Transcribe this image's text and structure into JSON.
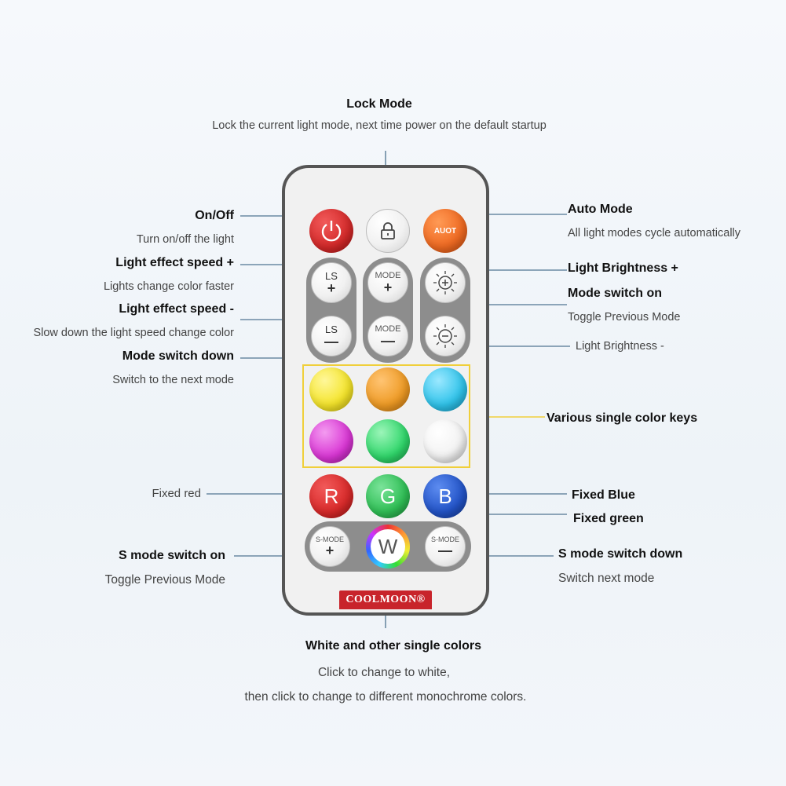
{
  "labels": {
    "lock_mode_title": "Lock Mode",
    "lock_mode_desc": "Lock the current light mode, next time power on the default startup",
    "onoff_title": "On/Off",
    "onoff_desc": "Turn on/off the light",
    "speed_plus_title": "Light effect speed +",
    "speed_plus_desc": "Lights change color faster",
    "speed_minus_title": "Light effect speed -",
    "speed_minus_desc": "Slow down the light speed change color",
    "mode_down_title": "Mode switch down",
    "mode_down_desc": "Switch to the next mode",
    "auto_title": "Auto Mode",
    "auto_desc": "All light modes cycle automatically",
    "bright_plus_title": "Light Brightness +",
    "mode_on_title": "Mode switch on",
    "mode_on_desc": "Toggle Previous Mode",
    "bright_minus_title": "Light Brightness -",
    "color_keys_title": "Various single color keys",
    "fixed_red": "Fixed red",
    "fixed_blue": "Fixed Blue",
    "fixed_green": "Fixed green",
    "smode_on_title": "S mode switch on",
    "smode_on_desc": "Toggle Previous Mode",
    "smode_down_title": "S mode switch down",
    "smode_down_desc": "Switch next mode",
    "white_title": "White and other single colors",
    "white_desc1": "Click to change to white,",
    "white_desc2": "then click to change to different monochrome colors."
  },
  "remote": {
    "auto_label": "AUOT",
    "ls_label": "LS",
    "plus_sym": "+",
    "minus_sym": "—",
    "mode_label": "MODE",
    "smode_label": "S-MODE",
    "r_label": "R",
    "g_label": "G",
    "b_label": "B",
    "w_label": "W",
    "brand": "COOLMOON®"
  },
  "colors": {
    "power": "#d42a2a",
    "auto": "#ef6a22",
    "yellow": "#f4e42a",
    "orange": "#ee9a24",
    "cyan": "#2fc3ea",
    "magenta": "#d935d4",
    "green": "#2fd66a",
    "white": "#f3f3f3",
    "red": "#d92a2a",
    "g_green": "#2fbf55",
    "blue": "#2354c8",
    "leader_line": "#6b8aa3",
    "highlight": "#f0cf3a"
  }
}
